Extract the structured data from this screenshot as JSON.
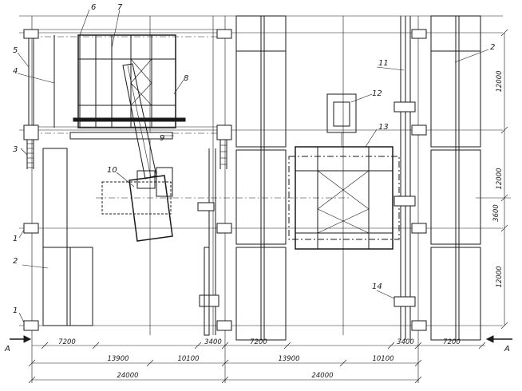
{
  "labels": {
    "n1a": "1",
    "n1b": "1",
    "n2a": "2",
    "n2b": "2",
    "n3": "3",
    "n4": "4",
    "n5": "5",
    "n6": "6",
    "n7": "7",
    "n8": "8",
    "n9": "9",
    "n10": "10",
    "n11": "11",
    "n12": "12",
    "n13": "13",
    "n14": "14"
  },
  "section": {
    "left": "A",
    "right": "A"
  },
  "dimensions": {
    "d7200a": "7200",
    "d13900a": "13900",
    "d10100a": "10100",
    "d3400a": "3400",
    "d7200b": "7200",
    "d13900b": "13900",
    "d10100b": "10100",
    "d3400b": "3400",
    "d7200c": "7200",
    "d24000a": "24000",
    "d24000b": "24000",
    "v12000a": "12000",
    "v12000b": "12000",
    "v3600": "3600",
    "v12000c": "12000"
  }
}
